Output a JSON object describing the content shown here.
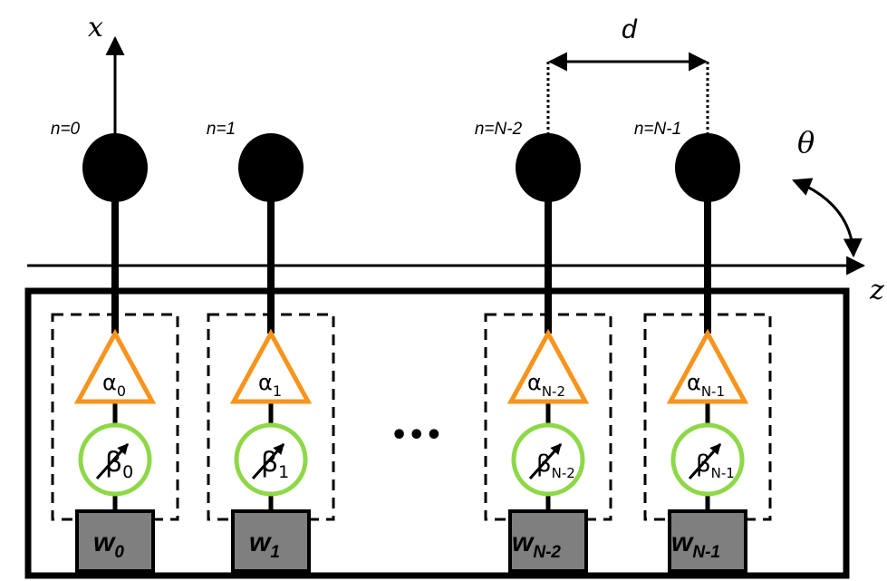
{
  "axes": {
    "x": "x",
    "z": "z",
    "theta": "θ",
    "spacing": "d"
  },
  "ellipsis": "•••",
  "elements": [
    {
      "index": "n=0",
      "alpha": "α",
      "alpha_sub": "0",
      "beta": "β",
      "beta_sub": "0",
      "weight": "w",
      "weight_sub": "0"
    },
    {
      "index": "n=1",
      "alpha": "α",
      "alpha_sub": "1",
      "beta": "β",
      "beta_sub": "1",
      "weight": "w",
      "weight_sub": "1"
    },
    {
      "index": "n=N-2",
      "alpha": "α",
      "alpha_sub": "N-2",
      "beta": "β",
      "beta_sub": "N-2",
      "weight": "w",
      "weight_sub": "N-2"
    },
    {
      "index": "n=N-1",
      "alpha": "α",
      "alpha_sub": "N-1",
      "beta": "β",
      "beta_sub": "N-1",
      "weight": "w",
      "weight_sub": "N-1"
    }
  ],
  "colors": {
    "alpha_triangle": "#f7941d",
    "beta_circle": "#8ed848",
    "weight_box": "#7f7f7f"
  }
}
